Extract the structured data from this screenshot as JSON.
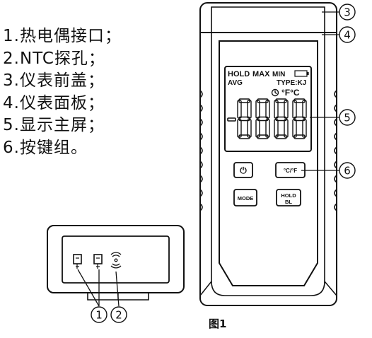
{
  "legend": [
    "1.热电偶接口；",
    "2.NTC探孔；",
    "3.仪表前盖；",
    "4.仪表面板；",
    "5.显示主屏；",
    "6.按键组。"
  ],
  "lcd": {
    "hold": "HOLD",
    "max": "MAX",
    "min": "MIN",
    "avg": "AVG",
    "type": "TYPE:KJ",
    "units": "°F°C",
    "digits": "-8888"
  },
  "keys": {
    "power": "⏻",
    "unit": "°C/°F",
    "mode": "MODE",
    "hold_top": "HOLD",
    "hold_bottom": "BL"
  },
  "callouts": [
    "3",
    "4",
    "5",
    "6",
    "1",
    "2"
  ],
  "caption": "图1"
}
